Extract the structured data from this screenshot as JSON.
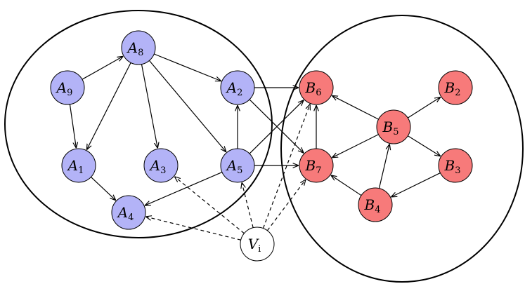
{
  "colors": {
    "a_fill": "#b3b3f7",
    "b_fill": "#f77a7a",
    "v_fill": "#ffffff",
    "stroke": "#000000"
  },
  "nodes": [
    {
      "id": "A8",
      "letter": "A",
      "sub": "8",
      "group": "a"
    },
    {
      "id": "A9",
      "letter": "A",
      "sub": "9",
      "group": "a"
    },
    {
      "id": "A2",
      "letter": "A",
      "sub": "2",
      "group": "a"
    },
    {
      "id": "A1",
      "letter": "A",
      "sub": "1",
      "group": "a"
    },
    {
      "id": "A3",
      "letter": "A",
      "sub": "3",
      "group": "a"
    },
    {
      "id": "A5",
      "letter": "A",
      "sub": "5",
      "group": "a"
    },
    {
      "id": "A4",
      "letter": "A",
      "sub": "4",
      "group": "a"
    },
    {
      "id": "B6",
      "letter": "B",
      "sub": "6",
      "group": "b"
    },
    {
      "id": "B2",
      "letter": "B",
      "sub": "2",
      "group": "b"
    },
    {
      "id": "B5",
      "letter": "B",
      "sub": "5",
      "group": "b"
    },
    {
      "id": "B7",
      "letter": "B",
      "sub": "7",
      "group": "b"
    },
    {
      "id": "B3",
      "letter": "B",
      "sub": "3",
      "group": "b"
    },
    {
      "id": "B4",
      "letter": "B",
      "sub": "4",
      "group": "b"
    },
    {
      "id": "Vi",
      "letter": "V",
      "sub": "i",
      "group": "v"
    }
  ],
  "edges": [
    {
      "from": "A9",
      "to": "A8",
      "dashed": false
    },
    {
      "from": "A9",
      "to": "A1",
      "dashed": false
    },
    {
      "from": "A8",
      "to": "A1",
      "dashed": false
    },
    {
      "from": "A8",
      "to": "A3",
      "dashed": false
    },
    {
      "from": "A8",
      "to": "A2",
      "dashed": false
    },
    {
      "from": "A8",
      "to": "A5",
      "dashed": false
    },
    {
      "from": "A1",
      "to": "A4",
      "dashed": false
    },
    {
      "from": "A5",
      "to": "A2",
      "dashed": false
    },
    {
      "from": "A5",
      "to": "A4",
      "dashed": false
    },
    {
      "from": "A2",
      "to": "B6",
      "dashed": false
    },
    {
      "from": "A2",
      "to": "B7",
      "dashed": false
    },
    {
      "from": "A5",
      "to": "B6",
      "dashed": false
    },
    {
      "from": "A5",
      "to": "B7",
      "dashed": false
    },
    {
      "from": "B7",
      "to": "B6",
      "dashed": false
    },
    {
      "from": "B5",
      "to": "B6",
      "dashed": false
    },
    {
      "from": "B5",
      "to": "B2",
      "dashed": false
    },
    {
      "from": "B5",
      "to": "B7",
      "dashed": false
    },
    {
      "from": "B5",
      "to": "B3",
      "dashed": false
    },
    {
      "from": "B4",
      "to": "B5",
      "dashed": false
    },
    {
      "from": "B4",
      "to": "B7",
      "dashed": false
    },
    {
      "from": "B3",
      "to": "B4",
      "dashed": false
    },
    {
      "from": "Vi",
      "to": "A4",
      "dashed": true
    },
    {
      "from": "Vi",
      "to": "A3",
      "dashed": true
    },
    {
      "from": "Vi",
      "to": "A5",
      "dashed": true
    },
    {
      "from": "Vi",
      "to": "B6",
      "dashed": true
    },
    {
      "from": "Vi",
      "to": "B7",
      "dashed": true
    }
  ]
}
